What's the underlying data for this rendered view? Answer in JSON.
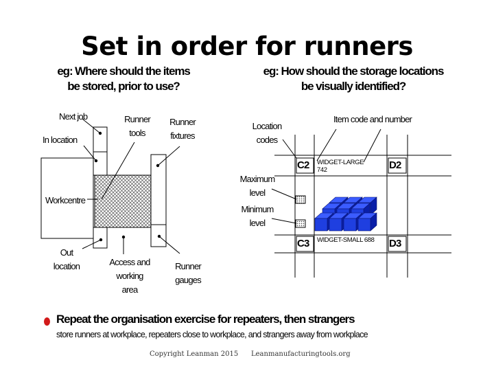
{
  "title": "Set in order for runners",
  "left": {
    "question_line1": "eg: Where should the items",
    "question_line2": "be stored, prior to use?",
    "labels": {
      "next_job": "Next job",
      "in_location": "In location",
      "runner_tools_1": "Runner",
      "runner_tools_2": "tools",
      "runner_fixtures_1": "Runner",
      "runner_fixtures_2": "fixtures",
      "workcentre": "Workcentre",
      "out_location_1": "Out",
      "out_location_2": "location",
      "access_1": "Access and",
      "access_2": "working",
      "access_3": "area",
      "runner_gauges_1": "Runner",
      "runner_gauges_2": "gauges"
    }
  },
  "right": {
    "question_line1": "eg: How should the storage locations",
    "question_line2": "be visually identified?",
    "labels": {
      "location_codes_1": "Location",
      "location_codes_2": "codes",
      "item_code": "Item code and number",
      "maximum_1": "Maximum",
      "maximum_2": "level",
      "minimum_1": "Minimum",
      "minimum_2": "level",
      "c2": "C2",
      "d2": "D2",
      "c3": "C3",
      "d3": "D3",
      "widget_large_1": "WIDGET-LARGE",
      "widget_large_2": "742",
      "widget_small": "WIDGET-SMALL  688"
    },
    "colors": {
      "box_face": "#1f3fe0",
      "box_top": "#3b5cff",
      "box_side": "#0a1fa8"
    }
  },
  "bullet": {
    "main": "Repeat the organisation exercise for repeaters, then strangers",
    "sub": "store runners at workplace, repeaters close to workplace, and strangers away from workplace",
    "color": "#d21a1a"
  },
  "footer": {
    "copyright": "Copyright Leanman 2015",
    "site": "Leanmanufacturingtools.org"
  }
}
